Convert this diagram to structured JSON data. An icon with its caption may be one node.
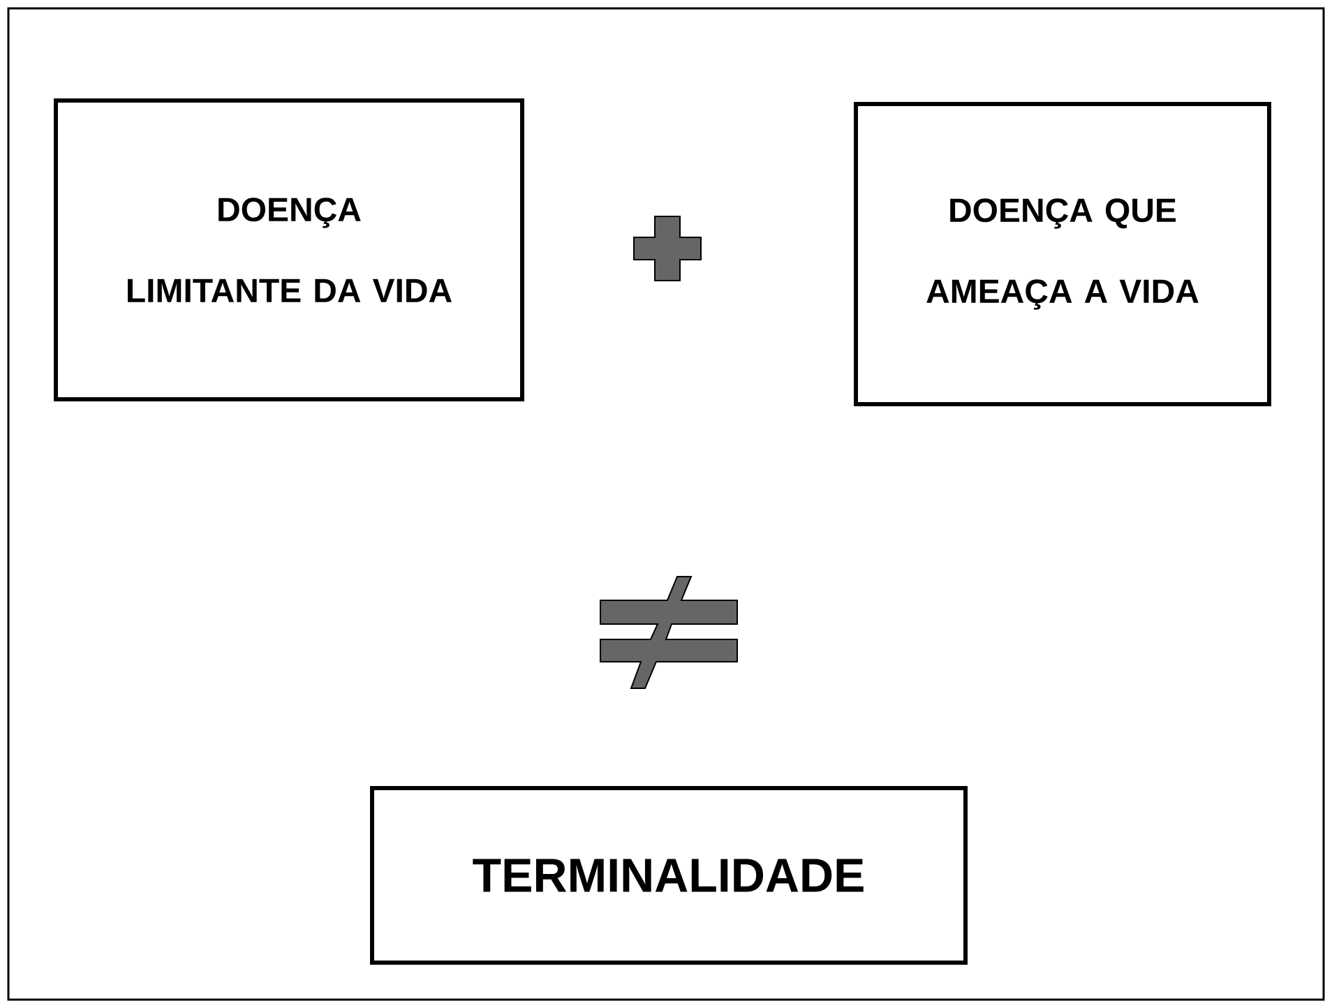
{
  "diagram": {
    "nodes": [
      {
        "text": [
          "DOENÇA LIMITANTE DA VIDA"
        ]
      },
      {
        "text": [
          "DOENÇA QUE AMEAÇA A VIDA"
        ]
      },
      {
        "text": [
          "TERMINALIDADE"
        ]
      }
    ]
  }
}
